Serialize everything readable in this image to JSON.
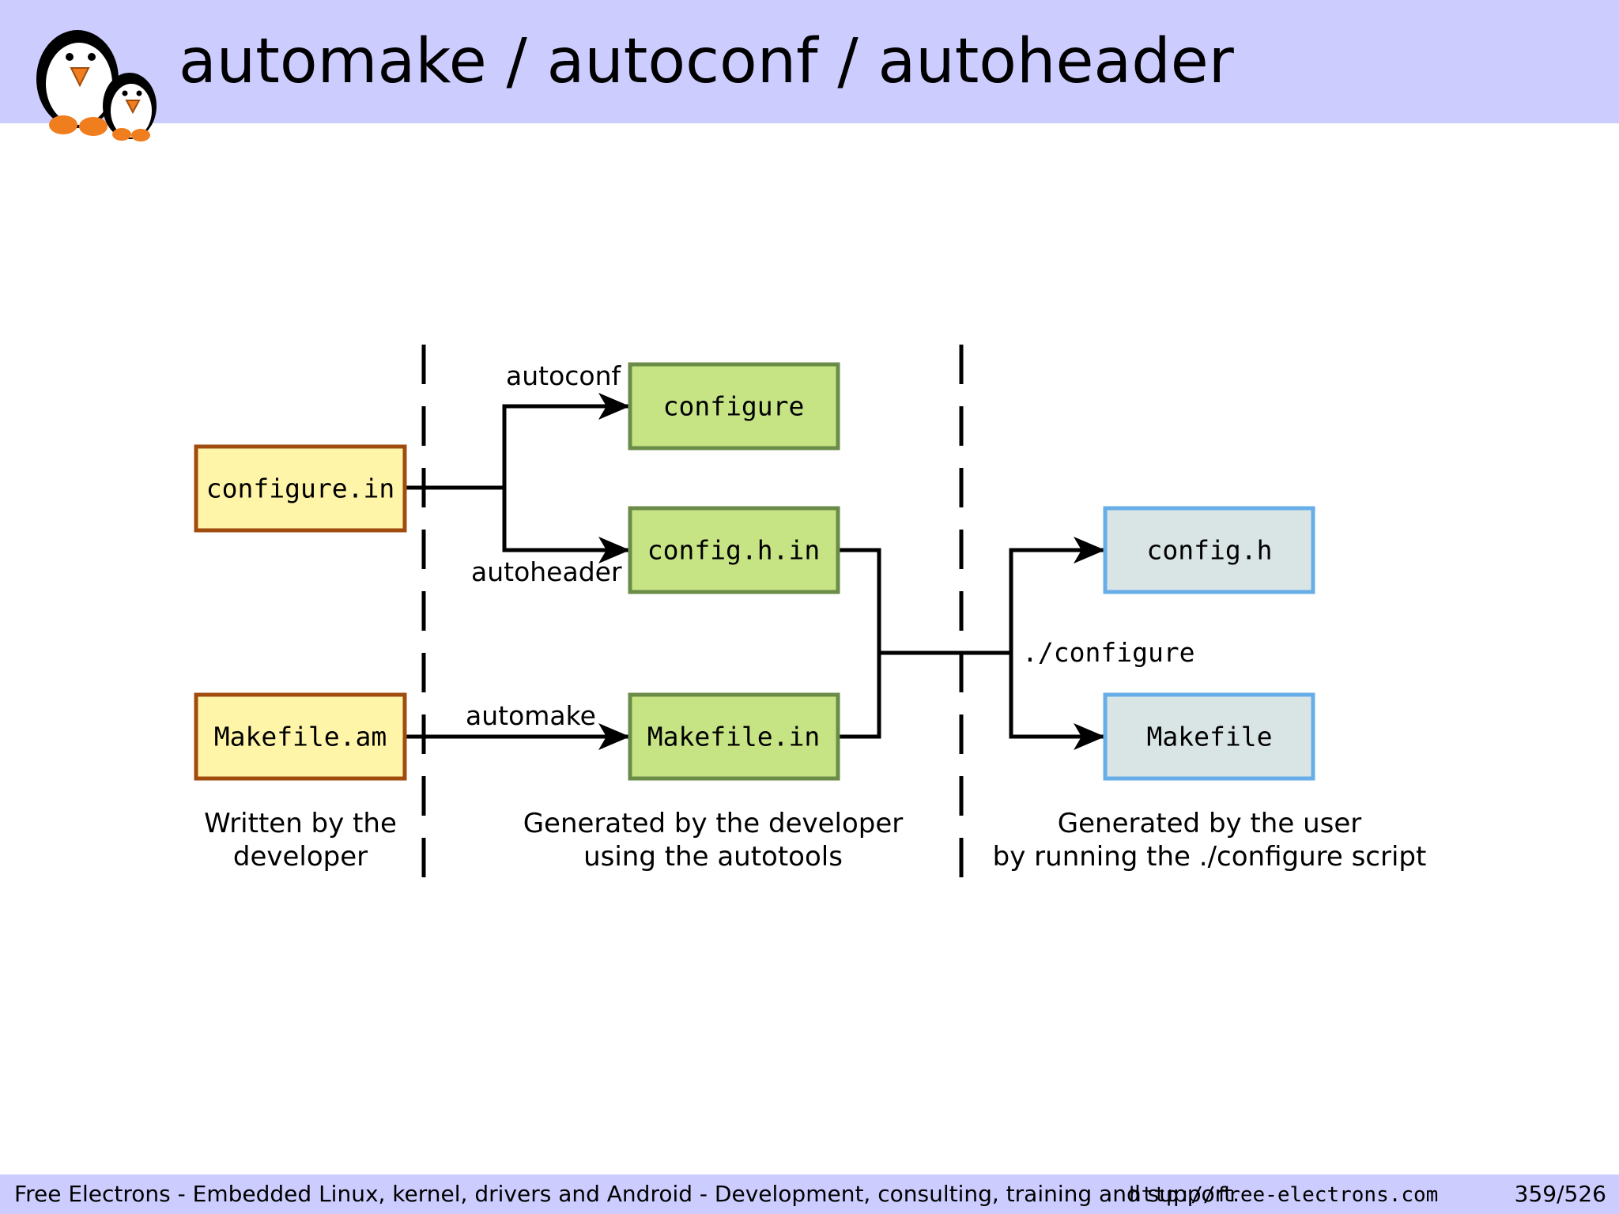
{
  "title": "automake / autoconf / autoheader",
  "colors": {
    "header_bg": "#ccccff",
    "source_fill": "#fff5a8",
    "source_stroke": "#a04c0e",
    "generated_fill": "#c7e485",
    "generated_stroke": "#6b8c49",
    "output_fill": "#d9e4e4",
    "output_stroke": "#67aee8"
  },
  "logo": {
    "icon": "penguins-logo-icon"
  },
  "diagram": {
    "boxes": {
      "configure_in": "configure.in",
      "makefile_am": "Makefile.am",
      "configure": "configure",
      "config_h_in": "config.h.in",
      "makefile_in": "Makefile.in",
      "config_h": "config.h",
      "makefile": "Makefile"
    },
    "edge_labels": {
      "autoconf": "autoconf",
      "autoheader": "autoheader",
      "automake": "automake",
      "configure_script": "./configure"
    },
    "captions": {
      "col1_line1": "Written by the",
      "col1_line2": "developer",
      "col2_line1": "Generated by the developer",
      "col2_line2": "using the autotools",
      "col3_line1": "Generated by the user",
      "col3_line2": "by running the ./configure script"
    }
  },
  "footer": {
    "text": "Free Electrons - Embedded Linux, kernel, drivers and Android - Development, consulting, training and support.",
    "url": "http://free-electrons.com",
    "page": "359/526"
  }
}
